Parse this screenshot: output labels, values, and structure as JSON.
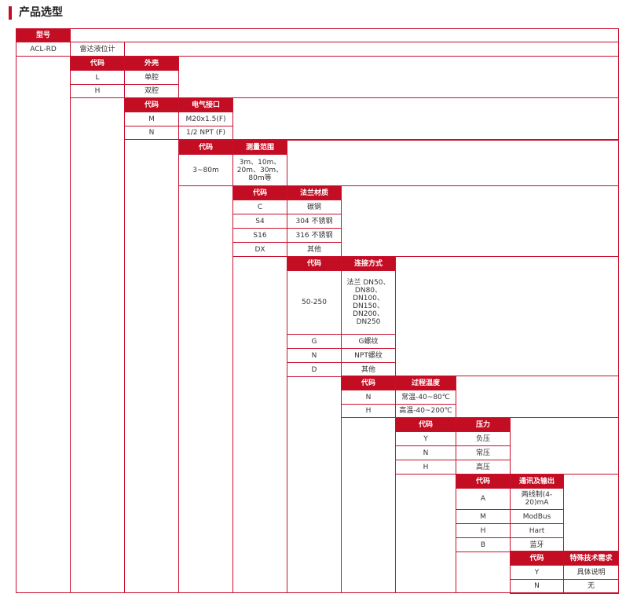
{
  "page": {
    "title": "产品选型"
  },
  "colors": {
    "accent": "#c30d23",
    "border": "#c8102e"
  },
  "model": {
    "header": "型号",
    "code": "ACL-RD",
    "name": "雷达液位计"
  },
  "groups": [
    {
      "code_header": "代码",
      "name_header": "外壳",
      "rows": [
        {
          "code": "L",
          "name": "单腔"
        },
        {
          "code": "H",
          "name": "双腔"
        }
      ]
    },
    {
      "code_header": "代码",
      "name_header": "电气接口",
      "rows": [
        {
          "code": "M",
          "name": "M20x1.5(F)"
        },
        {
          "code": "N",
          "name": "1/2 NPT (F)"
        }
      ]
    },
    {
      "code_header": "代码",
      "name_header": "测量范围",
      "rows": [
        {
          "code": "3~80m",
          "name": "3m、10m、\n20m、30m、\n80m等"
        }
      ]
    },
    {
      "code_header": "代码",
      "name_header": "法兰材质",
      "rows": [
        {
          "code": "C",
          "name": "碳钢"
        },
        {
          "code": "S4",
          "name": "304 不锈钢"
        },
        {
          "code": "S16",
          "name": "316 不锈钢"
        },
        {
          "code": "DX",
          "name": "其他"
        }
      ]
    },
    {
      "code_header": "代码",
      "name_header": "连接方式",
      "rows": [
        {
          "code": "50-250",
          "name": "法兰 DN50、\nDN80、\nDN100、\nDN150、\nDN200、\nDN250"
        },
        {
          "code": "G",
          "name": "G螺纹"
        },
        {
          "code": "N",
          "name": "NPT螺纹"
        },
        {
          "code": "D",
          "name": "其他"
        }
      ]
    },
    {
      "code_header": "代码",
      "name_header": "过程温度",
      "rows": [
        {
          "code": "N",
          "name": "常温-40~80℃"
        },
        {
          "code": "H",
          "name": "高温-40~200℃"
        }
      ]
    },
    {
      "code_header": "代码",
      "name_header": "压力",
      "rows": [
        {
          "code": "Y",
          "name": "负压"
        },
        {
          "code": "N",
          "name": "常压"
        },
        {
          "code": "H",
          "name": "高压"
        }
      ]
    },
    {
      "code_header": "代码",
      "name_header": "通讯及输出",
      "rows": [
        {
          "code": "A",
          "name": "两线制(4-\n20)mA"
        },
        {
          "code": "M",
          "name": "ModBus"
        },
        {
          "code": "H",
          "name": "Hart"
        },
        {
          "code": "B",
          "name": "蓝牙"
        }
      ]
    },
    {
      "code_header": "代码",
      "name_header": "特殊技术需求",
      "rows": [
        {
          "code": "Y",
          "name": "具体说明"
        },
        {
          "code": "N",
          "name": "无"
        }
      ]
    }
  ]
}
